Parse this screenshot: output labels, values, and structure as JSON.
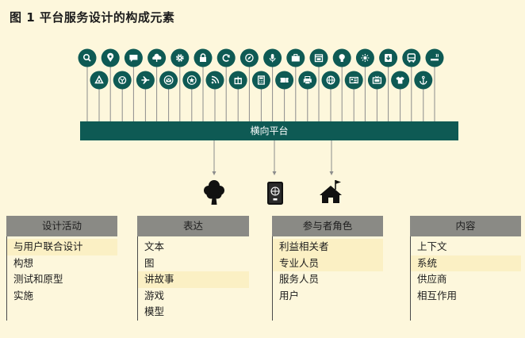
{
  "title": "图 1   平台服务设计的构成元素",
  "platform_bar": {
    "label": "横向平台"
  },
  "colors": {
    "teal": "#0e5a54",
    "header_gray": "#8a8a85",
    "highlight": "#fbf0c4",
    "background": "#fdf7dc"
  },
  "top_icons": [
    "search-icon",
    "location-pin-icon",
    "chat-bubble-icon",
    "cloud-icon",
    "gear-icon",
    "lock-icon",
    "refresh-icon",
    "compass-icon",
    "microphone-icon",
    "briefcase-icon",
    "calendar-icon",
    "lightbulb-icon",
    "sun-icon",
    "download-icon",
    "bus-icon",
    "cigarette-icon"
  ],
  "bottom_icons": [
    "recycle-icon",
    "dining-icon",
    "airplane-icon",
    "email-icon",
    "star-icon",
    "rss-icon",
    "gift-icon",
    "calculator-icon",
    "ticket-icon",
    "printer-icon",
    "globe-icon",
    "contact-card-icon",
    "tv-icon",
    "tshirt-icon",
    "anchor-icon"
  ],
  "endpoints": [
    "tree-icon",
    "mobile-device-icon",
    "house-icon"
  ],
  "columns": [
    {
      "header": "设计活动",
      "items": [
        "与用户联合设计",
        "构想",
        "测试和原型",
        "实施"
      ],
      "highlight": [
        0
      ]
    },
    {
      "header": "表达",
      "items": [
        "文本",
        "图",
        "讲故事",
        "游戏",
        "模型"
      ],
      "highlight": [
        2
      ]
    },
    {
      "header": "参与者角色",
      "items": [
        "利益相关者",
        "专业人员",
        "服务人员",
        "用户"
      ],
      "highlight": [
        0,
        1
      ]
    },
    {
      "header": "内容",
      "items": [
        "上下文",
        "系统",
        "供应商",
        "相互作用"
      ],
      "highlight": [
        1
      ]
    }
  ]
}
